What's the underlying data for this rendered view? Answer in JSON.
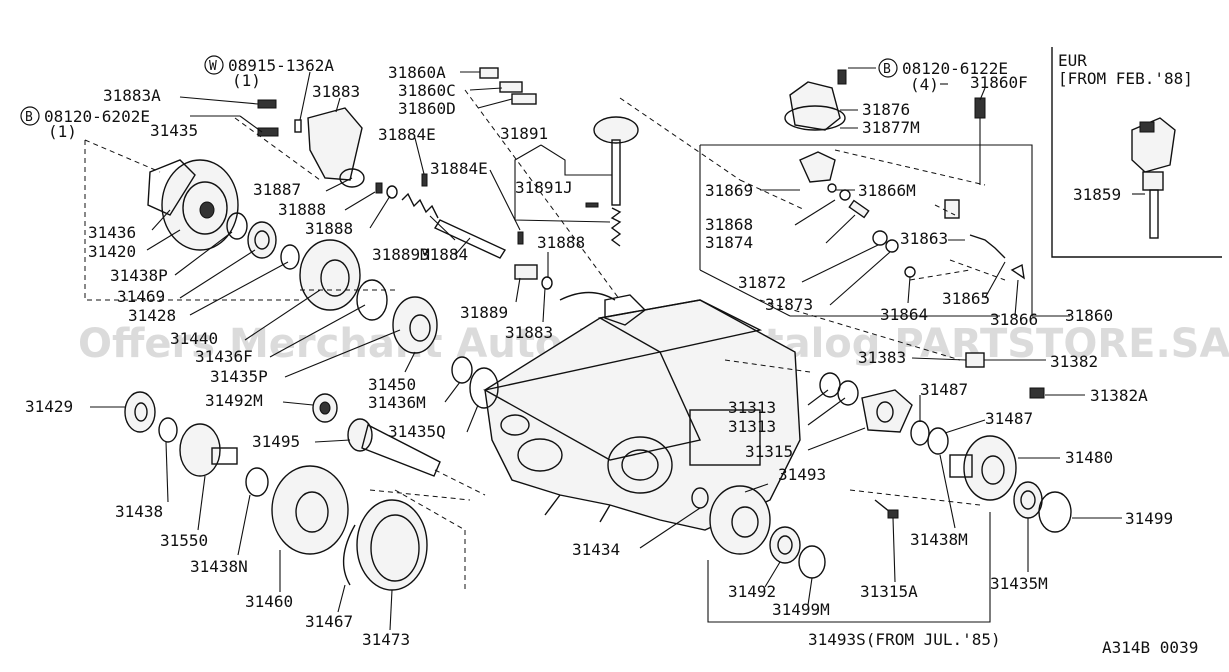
{
  "diagram_code": "A314B 0039",
  "watermark": "Offers Merchant Auto Parts Catalog PARTSTORE.SA",
  "inset_note": [
    "EUR",
    "[FROM FEB.'88]"
  ],
  "callouts": [
    {
      "key": "w08915",
      "symbol": "W",
      "text": "08915-1362A",
      "qty": "(1)"
    },
    {
      "key": "b08120_6202",
      "symbol": "B",
      "text": "08120-6202E",
      "qty": "(1)"
    },
    {
      "key": "b08120_6122",
      "symbol": "B",
      "text": "08120-6122E",
      "qty": "(4)"
    }
  ],
  "labels": {
    "l31883A": "31883A",
    "l31883": "31883",
    "l31860A": "31860A",
    "l31860C": "31860C",
    "l31860D": "31860D",
    "l31860F": "31860F",
    "l31876": "31876",
    "l31877M": "31877M",
    "l31859": "31859",
    "l31435": "31435",
    "l31884E_a": "31884E",
    "l31891": "31891",
    "l31884E_b": "31884E",
    "l31891J": "31891J",
    "l31887": "31887",
    "l31888_a": "31888",
    "l31888_b": "31888",
    "l31888_c": "31888",
    "l31436": "31436",
    "l31420": "31420",
    "l31438P": "31438P",
    "l31469": "31469",
    "l31428": "31428",
    "l31440": "31440",
    "l31436F": "31436F",
    "l31435P": "31435P",
    "l31450": "31450",
    "l31436M": "31436M",
    "l31889M": "31889M",
    "l31884": "31884",
    "l31889": "31889",
    "l31883_b": "31883",
    "l31869": "31869",
    "l31868": "31868",
    "l31874": "31874",
    "l31866M": "31866M",
    "l31863": "31863",
    "l31872": "31872",
    "l31873": "31873",
    "l31864": "31864",
    "l31865": "31865",
    "l31866": "31866",
    "l31860": "31860",
    "l31383": "31383",
    "l31382": "31382",
    "l31382A": "31382A",
    "l31429": "31429",
    "l31492M": "31492M",
    "l31495": "31495",
    "l31435Q": "31435Q",
    "l31313_a": "31313",
    "l31313_b": "31313",
    "l31315": "31315",
    "l31487_a": "31487",
    "l31487_b": "31487",
    "l31480": "31480",
    "l31438": "31438",
    "l31550": "31550",
    "l31438N": "31438N",
    "l31460": "31460",
    "l31467": "31467",
    "l31473": "31473",
    "l31434": "31434",
    "l31493": "31493",
    "l31492": "31492",
    "l31499M": "31499M",
    "l31315A": "31315A",
    "l31438M": "31438M",
    "l31435M": "31435M",
    "l31499": "31499",
    "l31493S": "31493S(FROM JUL.'85)"
  }
}
